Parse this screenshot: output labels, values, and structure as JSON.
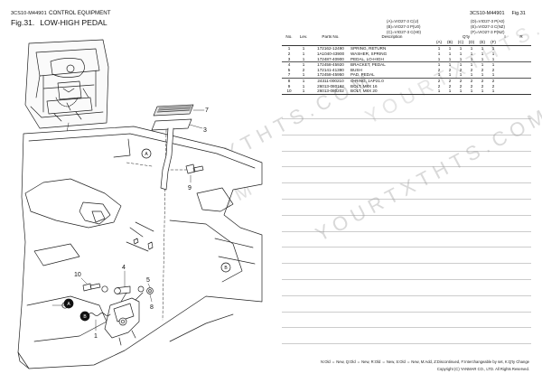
{
  "header": {
    "doc_code": "3CS10-M44901",
    "section": "CONTROL EQUIPMENT",
    "fig_number": "Fig.31.",
    "fig_title": "LOW-HIGH PEDAL",
    "right_code": "3CS10-M44901",
    "right_fig": "Fig.31"
  },
  "models": {
    "left": [
      "(A)=VIO27-3 C(U)",
      "(B)=VIO27-3 P(U0)",
      "(C)=VIO27-3 C(H0)"
    ],
    "right": [
      "(D)=VIO27-3 P(A0)",
      "(E)=VIO27-3 C(NZ)",
      "(F)=VIO27-3 P(NZ)"
    ]
  },
  "table": {
    "headers": {
      "no": "No.",
      "lev": "Lev.",
      "parts_no": "Parts No.",
      "description": "Description",
      "qty": "Q'ty",
      "i": "I",
      "r": "R",
      "cols": [
        "(A)",
        "(B)",
        "(C)",
        "(D)",
        "(E)",
        "(F)"
      ]
    },
    "rows": [
      {
        "no": "1",
        "lev": "1",
        "part": "172162-12490",
        "desc": "SPRING, RETURN",
        "q": [
          "1",
          "1",
          "1",
          "1",
          "1",
          "1"
        ],
        "sep": false
      },
      {
        "no": "2",
        "lev": "1",
        "part": "1A1040-43900",
        "desc": "WASHER, SPRING",
        "q": [
          "1",
          "1",
          "1",
          "1",
          "1",
          "1"
        ],
        "sep": false
      },
      {
        "no": "3",
        "lev": "1",
        "part": "172487-40900",
        "desc": "PEDAL, LO-HIGH",
        "q": [
          "1",
          "1",
          "1",
          "1",
          "1",
          "1"
        ],
        "sep": false
      },
      {
        "no": "4",
        "lev": "1",
        "part": "172458-45920",
        "desc": "BRACKET, PEDAL",
        "q": [
          "1",
          "1",
          "1",
          "1",
          "1",
          "1"
        ],
        "sep": true
      },
      {
        "no": "5",
        "lev": "2",
        "part": "172141-41390",
        "desc": "BUSH",
        "q": [
          "2",
          "2",
          "2",
          "2",
          "2",
          "2"
        ],
        "sep": false
      },
      {
        "no": "7",
        "lev": "1",
        "part": "172458-45950",
        "desc": "PAD, PEDAL",
        "q": [
          "1",
          "1",
          "1",
          "1",
          "1",
          "1"
        ],
        "sep": false
      },
      {
        "no": "8",
        "lev": "1",
        "part": "24311-000210",
        "desc": "O-RING, 1AP21.0",
        "q": [
          "2",
          "2",
          "2",
          "2",
          "2",
          "2"
        ],
        "sep": true
      },
      {
        "no": "9",
        "lev": "1",
        "part": "26013-080162",
        "desc": "BOLT, M8X 16",
        "q": [
          "2",
          "2",
          "2",
          "2",
          "2",
          "2"
        ],
        "sep": false
      },
      {
        "no": "10",
        "lev": "1",
        "part": "26013-080202",
        "desc": "BOLT, M8X 20",
        "q": [
          "1",
          "1",
          "1",
          "1",
          "1",
          "1"
        ],
        "sep": false
      }
    ]
  },
  "diagram": {
    "callouts": [
      "7",
      "3",
      "9",
      "10",
      "4",
      "5",
      "8",
      "1"
    ],
    "markers": [
      "A",
      "B",
      "A",
      "B"
    ]
  },
  "footer": {
    "legend": "N:Old ⇔ New, Q:Old ⇔ New, R:Old ⇔ New, S:Old ⇔ New, M:Add, Z:Discontinued, F:Interchangeable by set, K:Q'ty Change",
    "copyright": "Copyright (C) YANMAR CO., LTD. All Rights Reserved."
  },
  "watermark": "YOURTXTHTS.COM"
}
